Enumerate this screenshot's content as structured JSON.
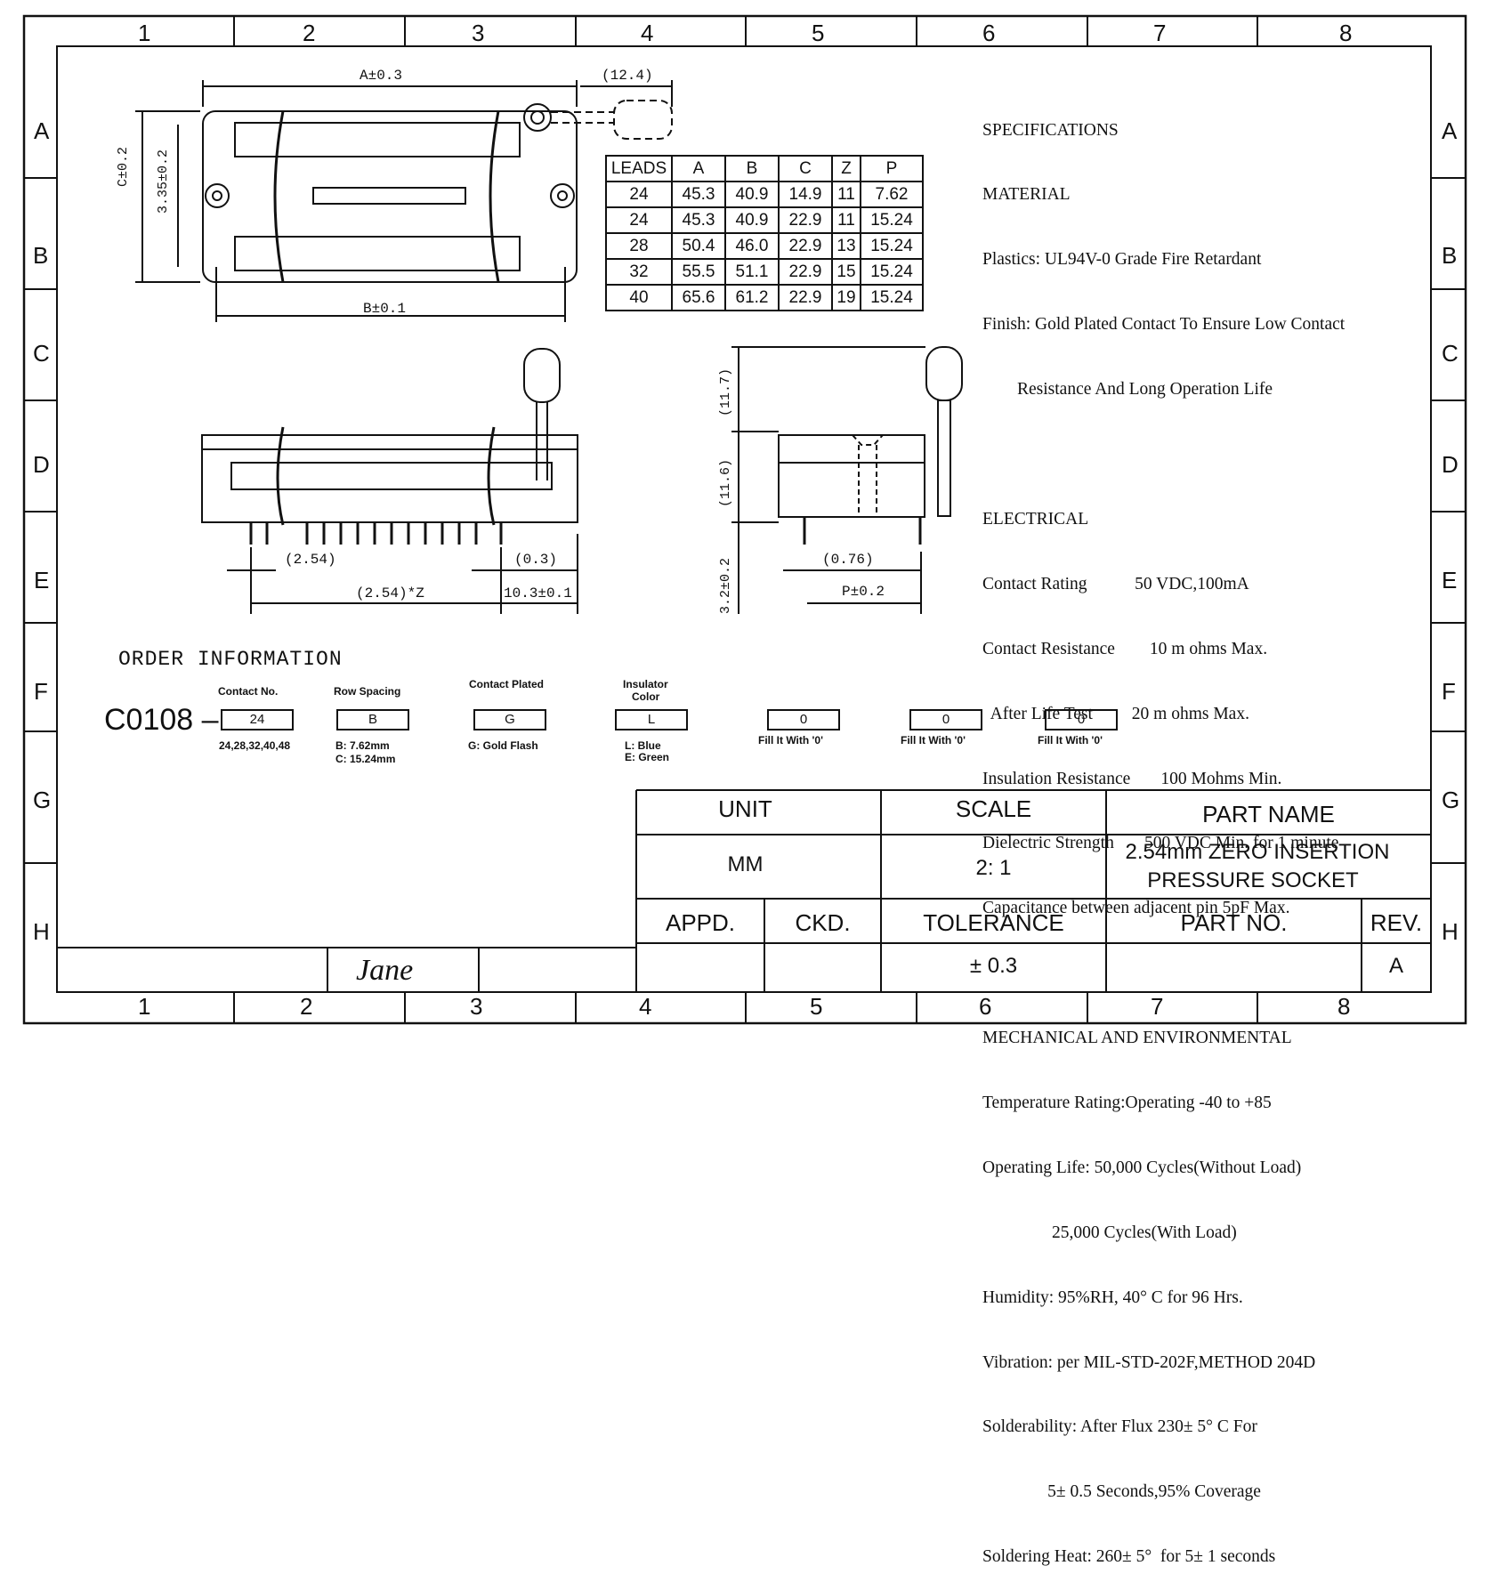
{
  "frame": {
    "cols": [
      "1",
      "2",
      "3",
      "4",
      "5",
      "6",
      "7",
      "8"
    ],
    "rows": [
      "A",
      "B",
      "C",
      "D",
      "E",
      "F",
      "G",
      "H"
    ]
  },
  "top_view": {
    "a_dim": "A±0.3",
    "lever_dim": "(12.4)",
    "c_dim": "C±0.2",
    "pin_dim": "3.35±0.2",
    "b_dim": "B±0.1"
  },
  "side_view": {
    "pitch": "(2.54)",
    "pitch_z": "(2.54)*Z",
    "pin_w": "(0.3)",
    "end_dim": "10.3±0.1"
  },
  "end_view": {
    "h1": "(11.7)",
    "h2": "(11.6)",
    "h3": "3.2±0.2",
    "pin_w": "(0.76)",
    "p_dim": "P±0.2"
  },
  "dims_table": {
    "headers": [
      "LEADS",
      "A",
      "B",
      "C",
      "Z",
      "P"
    ],
    "rows": [
      [
        "24",
        "45.3",
        "40.9",
        "14.9",
        "11",
        "7.62"
      ],
      [
        "24",
        "45.3",
        "40.9",
        "22.9",
        "11",
        "15.24"
      ],
      [
        "28",
        "50.4",
        "46.0",
        "22.9",
        "13",
        "15.24"
      ],
      [
        "32",
        "55.5",
        "51.1",
        "22.9",
        "15",
        "15.24"
      ],
      [
        "40",
        "65.6",
        "61.2",
        "22.9",
        "19",
        "15.24"
      ]
    ]
  },
  "specs": {
    "lines": [
      "SPECIFICATIONS",
      "MATERIAL",
      "Plastics: UL94V-0 Grade Fire Retardant",
      "Finish: Gold Plated Contact To Ensure Low Contact",
      "        Resistance And Long Operation Life",
      "",
      "ELECTRICAL",
      "Contact Rating           50 VDC,100mA",
      "Contact Resistance        10 m ohms Max.",
      "  After Life Test         20 m ohms Max.",
      "Insulation Resistance       100 Mohms Min.",
      "Dielectric Strength       500 VDC Min. for 1 minute",
      "Capacitance between adjacent pin 5pF Max.",
      "",
      "MECHANICAL AND ENVIRONMENTAL",
      "Temperature Rating:Operating -40 to +85",
      "Operating Life: 50,000 Cycles(Without Load)",
      "                25,000 Cycles(With Load)",
      "Humidity: 95%RH, 40° C for 96 Hrs.",
      "Vibration: per MIL-STD-202F,METHOD 204D",
      "Solderability: After Flux 230± 5° C For",
      "               5± 0.5 Seconds,95% Coverage",
      "Soldering Heat: 260± 5°  for 5± 1 seconds"
    ]
  },
  "order": {
    "title": "ORDER INFORMATION",
    "prefix": "C0108 –",
    "contact_label": "Contact No.",
    "contact_val": "24",
    "contact_opts": "24,28,32,40,48",
    "row_label": "Row Spacing",
    "row_val": "B",
    "row_opt1": "B: 7.62mm",
    "row_opt2": "C: 15.24mm",
    "plated_label": "Contact Plated",
    "plated_val": "G",
    "plated_opt": "G: Gold Flash",
    "color_label1": "Insulator",
    "color_label2": "Color",
    "color_val": "L",
    "color_opt1": "L: Blue",
    "color_opt2": "E: Green",
    "fill_val": "0",
    "fill_label": "Fill It With '0'"
  },
  "title_block": {
    "unit_label": "UNIT",
    "unit_val": "MM",
    "scale_label": "SCALE",
    "scale_val": "2: 1",
    "part_name_label": "PART NAME",
    "part_name_1": "2.54mm ZERO INSERTION",
    "part_name_2": "PRESSURE SOCKET",
    "appd": "APPD.",
    "ckd": "CKD.",
    "tolerance_label": "TOLERANCE",
    "tolerance_val": "± 0.3",
    "part_no_label": "PART NO.",
    "rev_label": "REV.",
    "rev_val": "A",
    "signature": "Jane"
  }
}
